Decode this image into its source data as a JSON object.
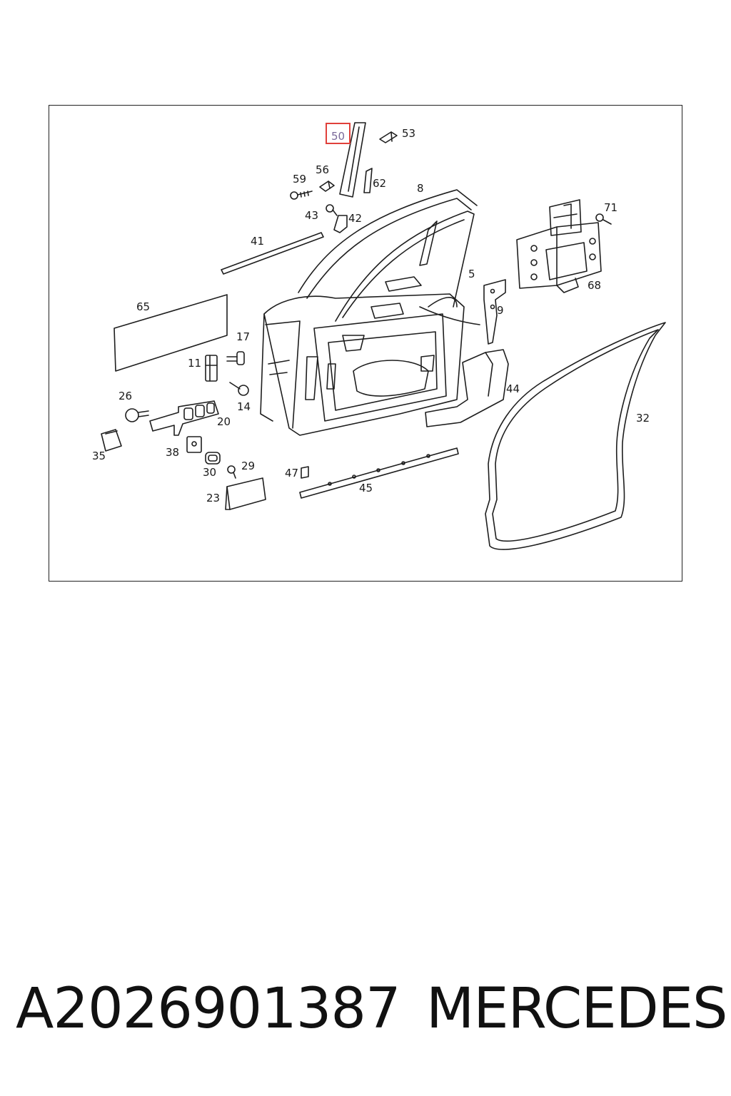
{
  "diagram": {
    "highlighted_callout": "50",
    "callouts": [
      {
        "id": "50",
        "label": "50",
        "highlighted": true
      },
      {
        "id": "53",
        "label": "53"
      },
      {
        "id": "59",
        "label": "59"
      },
      {
        "id": "56",
        "label": "56"
      },
      {
        "id": "62",
        "label": "62"
      },
      {
        "id": "8",
        "label": "8"
      },
      {
        "id": "43",
        "label": "43"
      },
      {
        "id": "42",
        "label": "42"
      },
      {
        "id": "71",
        "label": "71"
      },
      {
        "id": "41",
        "label": "41"
      },
      {
        "id": "5",
        "label": "5"
      },
      {
        "id": "68",
        "label": "68"
      },
      {
        "id": "65",
        "label": "65"
      },
      {
        "id": "9",
        "label": "9"
      },
      {
        "id": "17",
        "label": "17"
      },
      {
        "id": "11",
        "label": "11"
      },
      {
        "id": "44",
        "label": "44"
      },
      {
        "id": "26",
        "label": "26"
      },
      {
        "id": "14",
        "label": "14"
      },
      {
        "id": "32",
        "label": "32"
      },
      {
        "id": "20",
        "label": "20"
      },
      {
        "id": "35",
        "label": "35"
      },
      {
        "id": "38",
        "label": "38"
      },
      {
        "id": "29",
        "label": "29"
      },
      {
        "id": "30",
        "label": "30"
      },
      {
        "id": "47",
        "label": "47"
      },
      {
        "id": "45",
        "label": "45"
      },
      {
        "id": "23",
        "label": "23"
      }
    ]
  },
  "footer": {
    "part_number": "A2026901387",
    "brand": "MERCEDES"
  }
}
